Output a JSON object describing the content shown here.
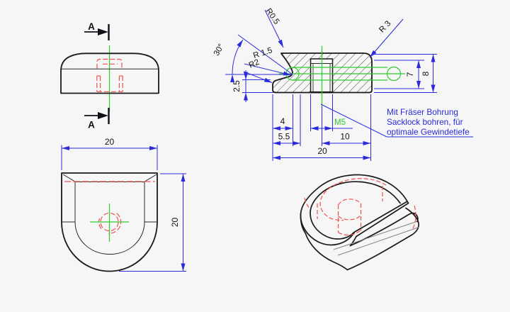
{
  "drawing": {
    "section_marks": {
      "top": "A",
      "bottom": "A"
    },
    "front_top_view": {
      "width": "20",
      "depth": "20"
    },
    "section_view": {
      "r_small": "R0.5",
      "angle": "30°",
      "r_notch": "R 1.5",
      "r_corner": "R2",
      "ledge": "2.5",
      "dim4": "4",
      "dim55": "5.5",
      "thread": "M5",
      "dim10": "10",
      "width": "20",
      "slot": "7",
      "height": "8",
      "r_top": "R 3"
    },
    "note": {
      "line1": "Mit Fräser Bohrung",
      "line2": "Sacklock bohren, für",
      "line3": "optimale Gewindetiefe"
    },
    "colors": {
      "dimension": "#2b2bdb",
      "centerline": "#2fcc2f",
      "hidden_line": "#ef5350",
      "outline": "#1a1a1a",
      "background": "#f5f6f5"
    }
  }
}
